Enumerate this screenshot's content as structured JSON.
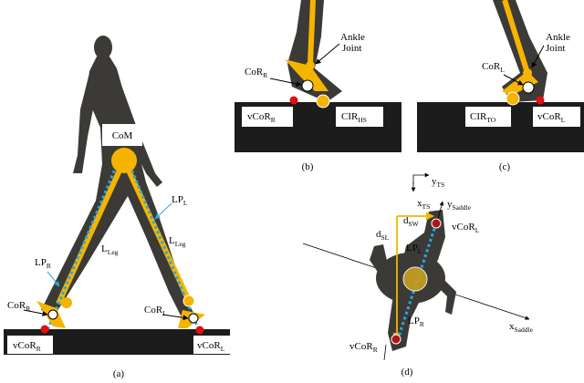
{
  "colors": {
    "limb": "#f5b400",
    "lp": "#29a8e0",
    "vcor": "#e01010",
    "body": "#3a3835",
    "ground": "#1c1c1c",
    "vcor_d": "#b01515"
  },
  "panel_a": {
    "caption": "(a)",
    "com": "CoM",
    "lp_l": {
      "main": "LP",
      "sub": "L"
    },
    "lp_r": {
      "main": "LP",
      "sub": "R"
    },
    "lleg_1": {
      "main": "L",
      "sub": "Leg"
    },
    "lleg_2": {
      "main": "L",
      "sub": "Leg"
    },
    "cor_r": {
      "main": "CoR",
      "sub": "R"
    },
    "cor_l": {
      "main": "CoR",
      "sub": "L"
    },
    "vcor_r": {
      "main": "vCoR",
      "sub": "R"
    },
    "vcor_l": {
      "main": "vCoR",
      "sub": "L"
    }
  },
  "panel_b": {
    "caption": "(b)",
    "ankle": [
      "Ankle",
      "Joint"
    ],
    "cor_r": {
      "main": "CoR",
      "sub": "R"
    },
    "vcor_r": {
      "main": "vCoR",
      "sub": "R"
    },
    "cir": {
      "main": "CIR",
      "sub": "HS"
    }
  },
  "panel_c": {
    "caption": "(c)",
    "ankle": [
      "Ankle",
      "Joint"
    ],
    "cor_l": {
      "main": "CoR",
      "sub": "L"
    },
    "cir": {
      "main": "CIR",
      "sub": "TO"
    },
    "vcor_l": {
      "main": "vCoR",
      "sub": "L"
    }
  },
  "panel_d": {
    "caption": "(d)",
    "y_ts": {
      "main": "y",
      "sub": "TS"
    },
    "x_ts": {
      "main": "x",
      "sub": "TS"
    },
    "y_saddle": {
      "main": "y",
      "sub": "Saddle"
    },
    "x_saddle": {
      "main": "x",
      "sub": "Saddle"
    },
    "d_sw": {
      "main": "d",
      "sub": "SW"
    },
    "d_sl": {
      "main": "d",
      "sub": "SL"
    },
    "lp_l": {
      "main": "LP",
      "sub": "L"
    },
    "lp_r": {
      "main": "LP",
      "sub": "R"
    },
    "vcor_l": {
      "main": "vCoR",
      "sub": "L"
    },
    "vcor_r": {
      "main": "vCoR",
      "sub": "R"
    }
  }
}
